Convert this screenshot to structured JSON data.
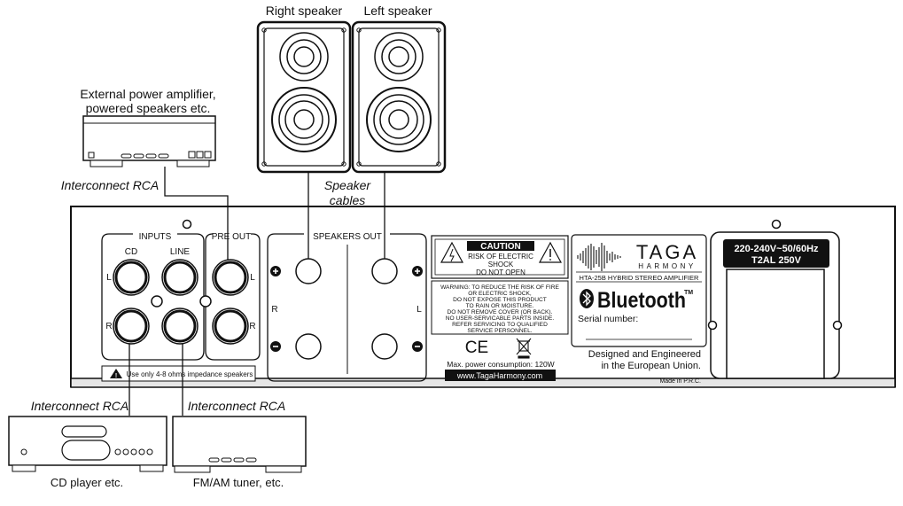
{
  "labels": {
    "right_speaker": "Right speaker",
    "left_speaker": "Left speaker",
    "ext_amp_line1": "External power amplifier,",
    "ext_amp_line2": "powered speakers etc.",
    "interconnect_top": "Interconnect RCA",
    "speaker_cables_1": "Speaker",
    "speaker_cables_2": "cables",
    "interconnect_cd": "Interconnect RCA",
    "interconnect_tuner": "Interconnect RCA",
    "cd_player": "CD player etc.",
    "tuner": "FM/AM tuner, etc."
  },
  "panel": {
    "inputs": "INPUTS",
    "pre_out": "PRE OUT",
    "cd": "CD",
    "line": "LINE",
    "L": "L",
    "R": "R",
    "speakers_out": "SPEAKERS OUT",
    "impedance_warning": "Use only 4-8 ohms impedance speakers",
    "caution": "CAUTION",
    "caution_1": "RISK OF ELECTRIC",
    "caution_2": "SHOCK",
    "caution_3": "DO NOT OPEN",
    "warning_lines": [
      "WARNING: TO REDUCE THE RISK OF FIRE",
      "OR ELECTRIC SHOCK,",
      "DO NOT EXPOSE THIS PRODUCT",
      "TO RAIN OR MOISTURE.",
      "DO NOT REMOVE COVER (OR BACK).",
      "NO USER-SERVICABLE PARTS INSIDE.",
      "REFER SERVICING TO QUALIFIED",
      "SERVICE PERSONNEL."
    ],
    "ce": "CE",
    "power_consumption": "Max. power consumption: 120W",
    "website": "www.TagaHarmony.com",
    "brand_taga": "TAGA",
    "brand_harmony": "HARMONY",
    "model": "HTA-25B HYBRID STEREO AMPLIFIER",
    "bluetooth": "Bluetooth",
    "tm": "TM",
    "serial": "Serial number:",
    "designed_1": "Designed and Engineered",
    "designed_2": "in the European Union.",
    "made_in": "Made in P.R.C.",
    "voltage": "220-240V~50/60Hz",
    "fuse": "T2AL 250V"
  },
  "icons": [
    "warning-triangle-icon",
    "lightning-icon",
    "exclamation-icon",
    "weee-bin-icon",
    "bluetooth-icon",
    "plus-icon",
    "minus-icon"
  ]
}
